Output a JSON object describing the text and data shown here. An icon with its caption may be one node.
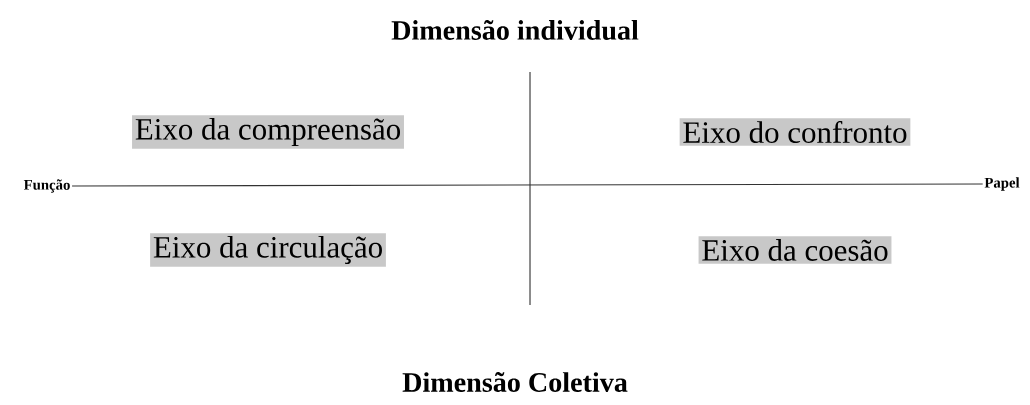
{
  "diagram": {
    "nodes": [
      {
        "text": [
          "Eixo da compreensão"
        ]
      },
      {
        "text": [
          "Eixo do confronto"
        ]
      },
      {
        "text": [
          "Função"
        ]
      },
      {
        "text": [
          "Papel"
        ]
      },
      {
        "text": [
          "Eixo da circulação"
        ]
      },
      {
        "text": [
          "Eixo da coesão"
        ]
      }
    ],
    "edges": [
      {
        "from": 2,
        "to": 3,
        "arrow": "none"
      }
    ],
    "labels": [
      "Dimensão individual",
      "Dimensão Coletiva"
    ]
  }
}
